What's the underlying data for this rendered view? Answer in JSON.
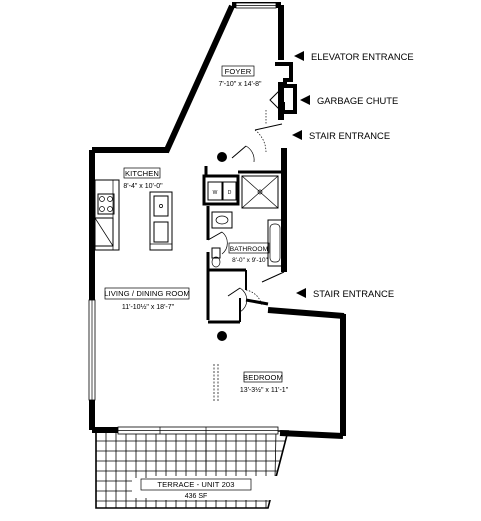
{
  "rooms": {
    "foyer": {
      "name": "FOYER",
      "size": "7'-10\" x 14'-8\""
    },
    "kitchen": {
      "name": "KITCHEN",
      "size": "8'-4\" x 10'-0\""
    },
    "bathroom": {
      "name": "BATHROOM",
      "size": "8'-0\" x 9'-10\""
    },
    "living": {
      "name": "LIVING / DINING ROOM",
      "size": "11'-10½\" x 18'-7\""
    },
    "bedroom": {
      "name": "BEDROOM",
      "size": "13'-3½\" x 11'-1\""
    },
    "terrace": {
      "name": "TERRACE - UNIT 203",
      "size": "436 SF"
    }
  },
  "callouts": {
    "elevator": "ELEVATOR ENTRANCE",
    "garbage": "GARBAGE CHUTE",
    "stair_upper": "STAIR ENTRANCE",
    "stair_lower": "STAIR ENTRANCE"
  },
  "fixtures": {
    "washer": "W",
    "dryer": "D"
  },
  "icons": {
    "arrow": "arrow-left-icon"
  }
}
